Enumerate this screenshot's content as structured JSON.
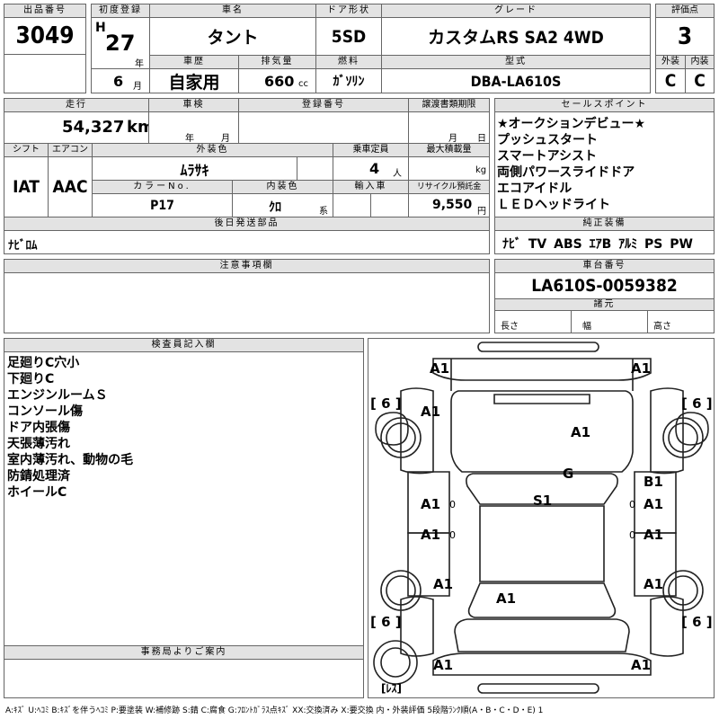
{
  "header": {
    "lot_no_label": "出品番号",
    "lot_no": "3049",
    "first_reg_label": "初度登録",
    "era": "H",
    "year": "27",
    "year_unit": "年",
    "month": "6",
    "month_unit": "月",
    "car_name_label": "車名",
    "car_name": "タント",
    "door_label": "ドア形状",
    "door": "5SD",
    "grade_label": "グレード",
    "grade": "カスタムRS SA2 4WD",
    "score_label": "評価点",
    "score": "3",
    "history_label": "車歴",
    "history": "自家用",
    "displacement_label": "排気量",
    "displacement": "660",
    "displacement_unit": "cc",
    "fuel_label": "燃料",
    "fuel": "ｶﾞｿﾘﾝ",
    "model_label": "型式",
    "model": "DBA-LA610S",
    "exterior_label": "外装",
    "exterior_grade": "C",
    "interior_label": "内装",
    "interior_grade": "C"
  },
  "row2": {
    "mileage_label": "走行",
    "mileage": "54,327",
    "mileage_unit": "km",
    "inspection_label": "車検",
    "insp_year_unit": "年",
    "insp_month_unit": "月",
    "reg_no_label": "登録番号",
    "transfer_label": "譲渡書類期限",
    "transfer_month_unit": "月",
    "transfer_day_unit": "日"
  },
  "row3": {
    "shift_label": "シフト",
    "shift": "IAT",
    "ac_label": "エアコン",
    "ac": "AAC",
    "ext_color_label": "外装色",
    "ext_color": "ﾑﾗｻｷ",
    "capacity_label": "乗車定員",
    "capacity": "4",
    "capacity_unit": "人",
    "max_load_label": "最大積載量",
    "max_load_unit": "kg",
    "color_no_label": "カラーNo.",
    "color_no": "P17",
    "int_color_label": "内装色",
    "int_color": "ｸﾛ",
    "int_color_unit": "系",
    "import_label": "輸入車",
    "recycle_label": "リサイクル預託金",
    "recycle": "9,550",
    "recycle_unit": "円"
  },
  "later_parts_label": "後日発送部品",
  "later_parts": "ﾅﾋﾞﾛﾑ",
  "sales_points_label": "セールスポイント",
  "sales_points": [
    "★オークションデビュー★",
    "プッシュスタート",
    "スマートアシスト",
    "両側パワースライドドア",
    "エコアイドル",
    "ＬＥＤヘッドライト"
  ],
  "equipment_label": "純正装備",
  "equipment": "ﾅﾋﾞ TV ABS ｴｱB ｱﾙﾐ PS PW",
  "caution_label": "注意事項欄",
  "chassis_label": "車台番号",
  "chassis_no": "LA610S-0059382",
  "specs_label": "諸元",
  "length_label": "長さ",
  "width_label": "幅",
  "height_label": "高さ",
  "inspector_label": "検査員記入欄",
  "inspector_notes": [
    "足廻りC穴小",
    "下廻りC",
    "エンジンルームＳ",
    "コンソール傷",
    "ドア内張傷",
    "天張薄汚れ",
    "室内薄汚れ、動物の毛",
    "防錆処理済",
    "ホイールC"
  ],
  "office_label": "事務局よりご案内",
  "diagram": {
    "marks": [
      "A1",
      "A1",
      "A1",
      "A1",
      "G",
      "S1",
      "B1",
      "A1",
      "A1",
      "A1",
      "A1",
      "A1",
      "A1",
      "A1",
      "A1",
      "A1"
    ],
    "zeros": [
      "0",
      "0",
      "0",
      "0"
    ],
    "tires": [
      "[ 6 ]",
      "[ 6 ]",
      "[ 6 ]",
      "[ 6 ]"
    ],
    "spare": "[ﾚｽ]"
  },
  "legend": "A:ｷｽﾞ U:ﾍｺﾐ B:ｷｽﾞを伴うﾍｺﾐ P:要塗装 W:補修跡 S:錆 C:腐食 G:ﾌﾛﾝﾄｶﾞﾗｽ点ｷｽﾞ XX:交換済み X:要交換 内・外装評価 5段階ﾗﾝｸ順(A・B・C・D・E) 1"
}
